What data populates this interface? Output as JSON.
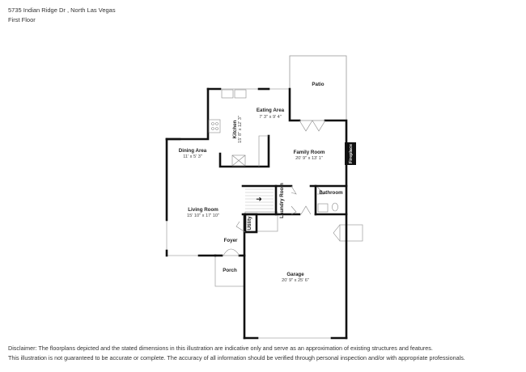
{
  "header": {
    "address": "5735 Indian Ridge Dr , North Las Vegas",
    "floor": "First Floor"
  },
  "rooms": [
    {
      "name": "Patio",
      "dims": ""
    },
    {
      "name": "Eating Area",
      "dims": "7' 3\" x 9' 4\""
    },
    {
      "name": "Kitchen",
      "dims": "15' 8\" x 12' 3\""
    },
    {
      "name": "Dining Area",
      "dims": "11' x 5' 3\""
    },
    {
      "name": "Family Room",
      "dims": "20' 9\" x 13' 1\""
    },
    {
      "name": "Fireplace",
      "dims": ""
    },
    {
      "name": "Laundry Room",
      "dims": ""
    },
    {
      "name": "Bathroom",
      "dims": ""
    },
    {
      "name": "Living Room",
      "dims": "15' 10\" x 17' 10\""
    },
    {
      "name": "Utility",
      "dims": ""
    },
    {
      "name": "Foyer",
      "dims": ""
    },
    {
      "name": "Porch",
      "dims": ""
    },
    {
      "name": "Garage",
      "dims": "20' 9\" x 25' 6\""
    }
  ],
  "disclaimer": {
    "line1": "Disclaimer: The floorplans depicted and the stated dimensions in this illustration are indicative only and serve as an approximation of existing structures and features.",
    "line2": "This illustration is not guaranteed to be accurate or complete. The accuracy of all information should be verified through personal inspection and/or with appropriate professionals."
  }
}
